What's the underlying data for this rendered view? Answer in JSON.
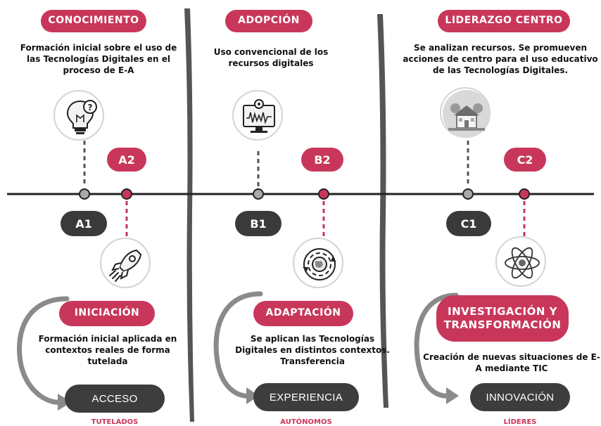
{
  "columns": [
    {
      "top_title": "CONOCIMIENTO",
      "top_description": "Formación inicial sobre el uso de las Tecnologías Digitales en el proceso de E-A",
      "top_icon": "lightbulb-question-icon",
      "level_low": "A1",
      "level_high": "A2",
      "bottom_icon": "rocket-icon",
      "bottom_title": "INICIACIÓN",
      "bottom_description": "Formación inicial aplicada en contextos reales de forma tutelada",
      "stage": "ACCESO",
      "stage_sub": "TUTELADOS"
    },
    {
      "top_title": "ADOPCIÓN",
      "top_description": "Uso convencional de los recursos digitales",
      "top_icon": "computer-monitor-icon",
      "level_low": "B1",
      "level_high": "B2",
      "bottom_icon": "globe-cycle-icon",
      "bottom_title": "ADAPTACIÓN",
      "bottom_description": "Se aplican las Tecnologías Digitales en distintos contextos. Transferencia",
      "stage": "EXPERIENCIA",
      "stage_sub": "AUTÓNOMOS"
    },
    {
      "top_title": "LIDERAZGO CENTRO",
      "top_description": "Se analizan recursos. Se promueven acciones de centro para el uso educativo de las Tecnologías Digitales.",
      "top_icon": "school-building-icon",
      "level_low": "C1",
      "level_high": "C2",
      "bottom_icon": "atom-icon",
      "bottom_title": "INVESTIGACIÓN Y TRANSFORMACIÓN",
      "bottom_description": "Creación de nuevas situaciones de E-A mediante TIC",
      "stage": "INNOVACIÓN",
      "stage_sub": "LÍDERES"
    }
  ],
  "colors": {
    "accent": "#c8375a",
    "dark": "#3a3a3a",
    "node_grey": "#a9a9a9",
    "line": "#222222"
  }
}
